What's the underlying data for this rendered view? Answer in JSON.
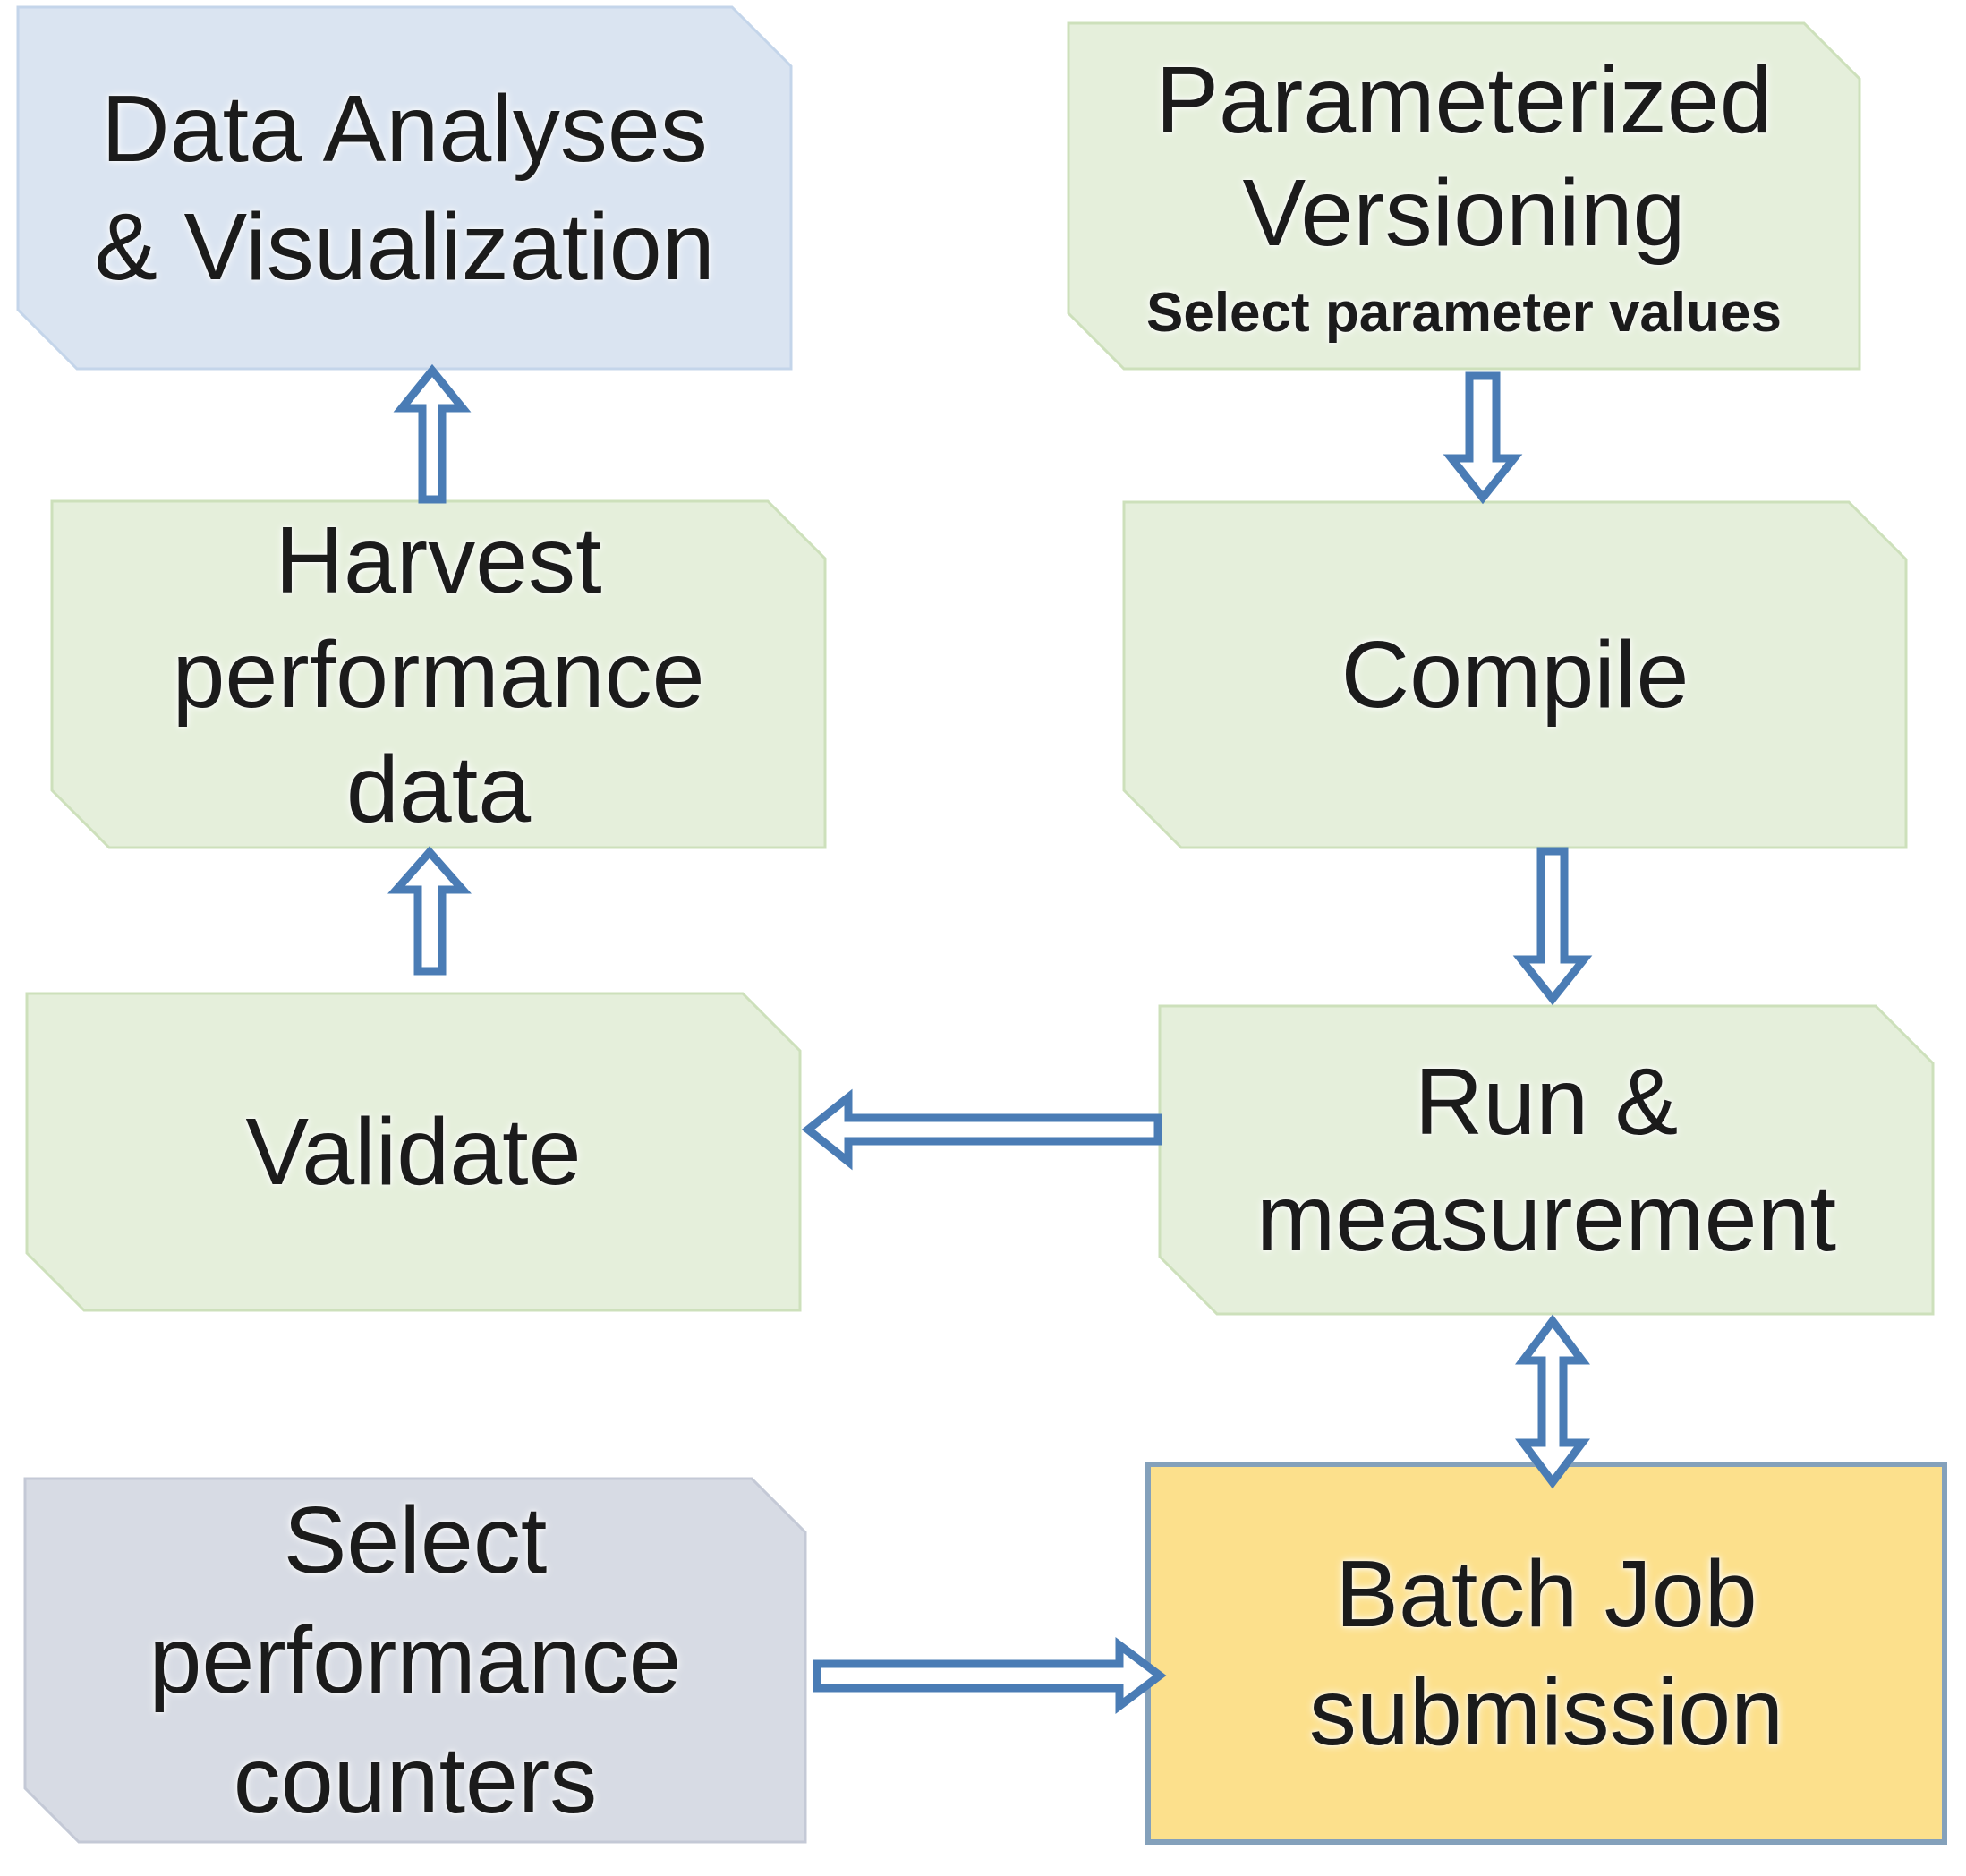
{
  "diagram": {
    "type": "flowchart",
    "nodes": {
      "data_analyses_visualization": {
        "label": "Data Analyses\n& Visualization"
      },
      "parameterized_versioning": {
        "title": "Parameterized\nVersioning",
        "subtitle": "Select parameter values"
      },
      "harvest_performance_data": {
        "label": "Harvest\nperformance\ndata"
      },
      "compile": {
        "label": "Compile"
      },
      "validate": {
        "label": "Validate"
      },
      "run_measurement": {
        "label": "Run &\nmeasurement"
      },
      "select_performance_counters": {
        "label": "Select\nperformance\ncounters"
      },
      "batch_job_submission": {
        "label": "Batch Job\nsubmission"
      }
    },
    "edges": [
      {
        "from": "parameterized_versioning",
        "to": "compile",
        "direction": "down",
        "bidirectional": false
      },
      {
        "from": "compile",
        "to": "run_measurement",
        "direction": "down",
        "bidirectional": false
      },
      {
        "from": "run_measurement",
        "to": "validate",
        "direction": "left",
        "bidirectional": false
      },
      {
        "from": "validate",
        "to": "harvest_performance_data",
        "direction": "up",
        "bidirectional": false
      },
      {
        "from": "harvest_performance_data",
        "to": "data_analyses_visualization",
        "direction": "up",
        "bidirectional": false
      },
      {
        "from": "select_performance_counters",
        "to": "batch_job_submission",
        "direction": "right",
        "bidirectional": false
      },
      {
        "from": "run_measurement",
        "to": "batch_job_submission",
        "direction": "vertical",
        "bidirectional": true
      }
    ]
  },
  "colors": {
    "background": "#ffffff",
    "text": "#1b1b1b",
    "green_box": "#e5efdb",
    "green_edge": "#cde0bb",
    "blue_box": "#dae4f1",
    "blue_edge": "#c4d5ea",
    "gray_box": "#d7dbe4",
    "gray_edge": "#c4c9d6",
    "yellow_box": "#fce08c",
    "yellow_border": "#84a1bb",
    "arrow": "#4a7cb5",
    "arrow_fill": "#ffffff"
  }
}
